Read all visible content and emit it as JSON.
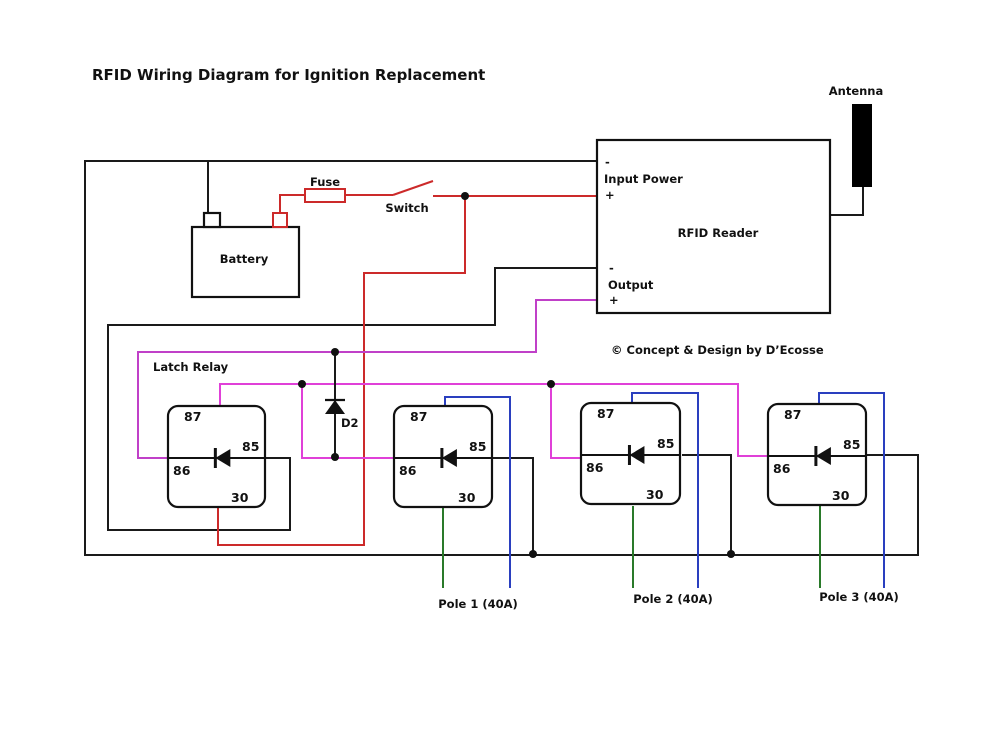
{
  "title": "RFID Wiring Diagram for Ignition Replacement",
  "copyright": "© Concept & Design by D’Ecosse",
  "components": {
    "battery": {
      "label": "Battery"
    },
    "fuse": {
      "label": "Fuse"
    },
    "switch": {
      "label": "Switch"
    },
    "antenna": {
      "label": "Antenna"
    },
    "rfid_reader": {
      "label": "RFID Reader",
      "input_power_label": "Input Power",
      "output_label": "Output",
      "minus": "-",
      "plus": "+"
    },
    "diode": {
      "label": "D2"
    },
    "latch_relay_label": "Latch Relay",
    "relays": [
      {
        "name": "latch",
        "pins": {
          "p87": "87",
          "p85": "85",
          "p86": "86",
          "p30": "30"
        }
      },
      {
        "name": "pole1",
        "pins": {
          "p87": "87",
          "p85": "85",
          "p86": "86",
          "p30": "30"
        }
      },
      {
        "name": "pole2",
        "pins": {
          "p87": "87",
          "p85": "85",
          "p86": "86",
          "p30": "30"
        }
      },
      {
        "name": "pole3",
        "pins": {
          "p87": "87",
          "p85": "85",
          "p86": "86",
          "p30": "30"
        }
      }
    ],
    "poles": [
      {
        "label": "Pole 1 (40A)"
      },
      {
        "label": "Pole 2 (40A)"
      },
      {
        "label": "Pole 3 (40A)"
      }
    ]
  },
  "wire_colors": {
    "ground": "#1a1a1a",
    "power": "#cc2a2a",
    "signal": "#c040c8",
    "coil": "#e040d8",
    "pole_87": "#2a3fbf",
    "pole_30": "#2a7a2a"
  }
}
